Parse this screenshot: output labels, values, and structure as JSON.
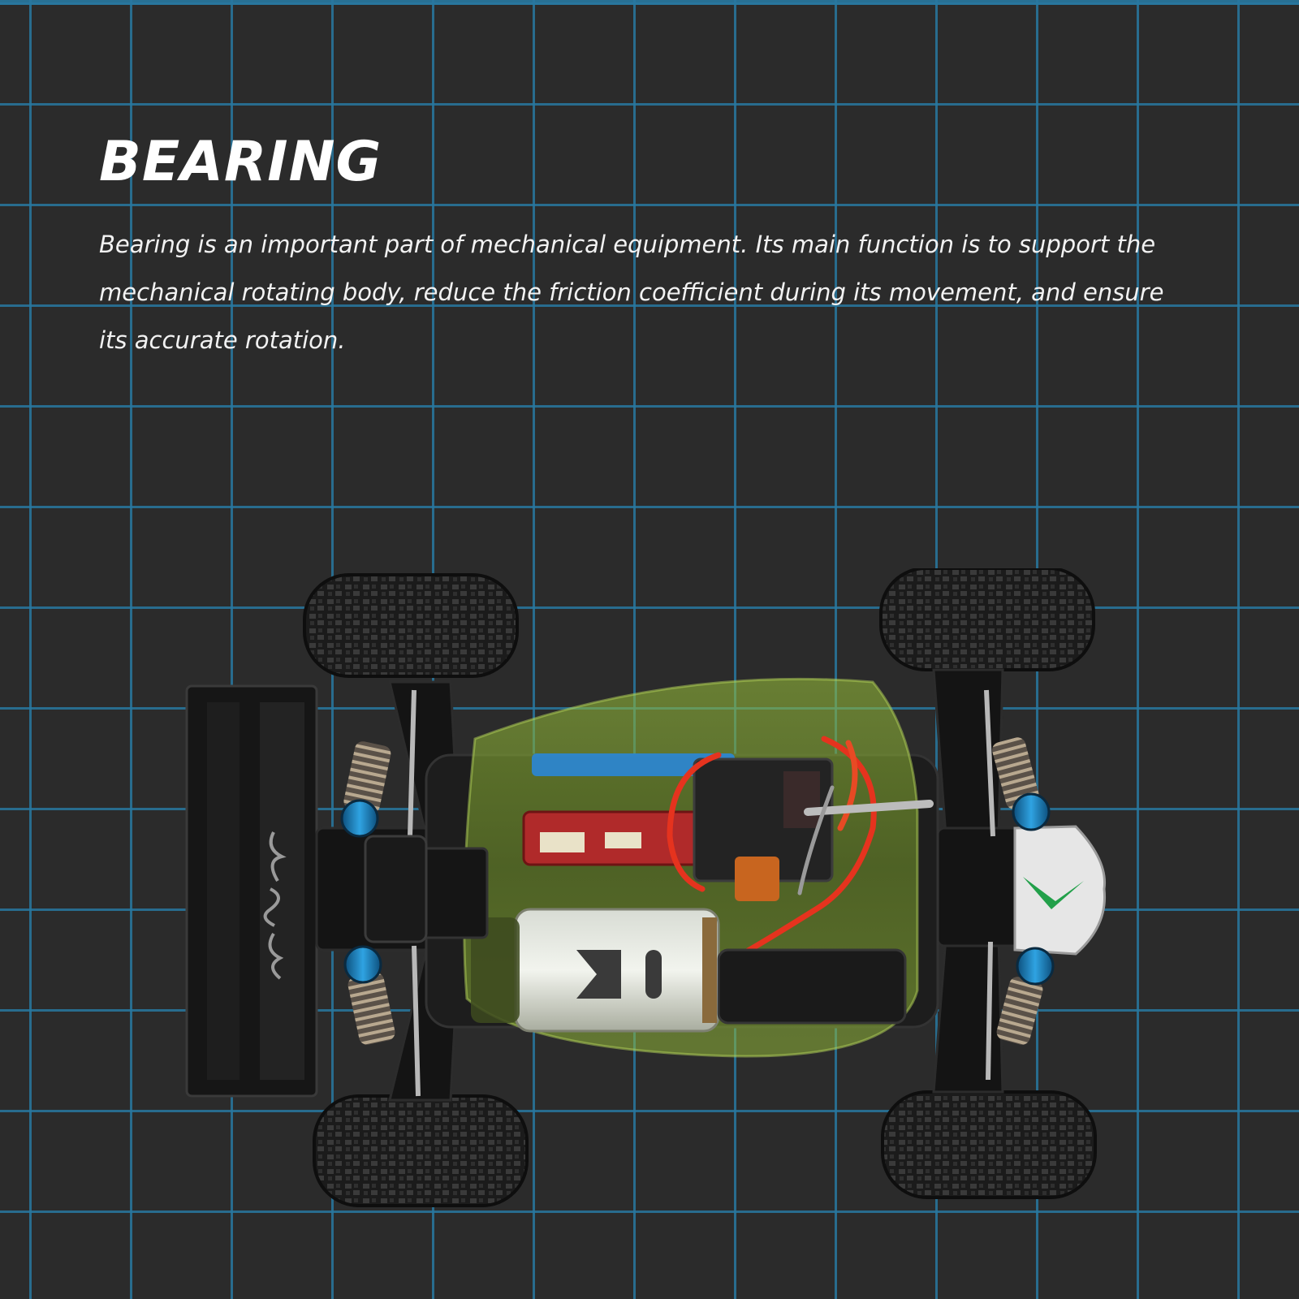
{
  "heading": "BEARING",
  "description": "Bearing is an important part of mechanical equipment. Its main function is to support the mechanical rotating body, reduce the friction coefficient during its movement, and ensure its accurate rotation.",
  "colors": {
    "background": "#2b2b2b",
    "grid": "#2878a0",
    "text": "#ffffff",
    "chassis_highlight": "#8fbf2e",
    "shock_accent": "#1e8fd0",
    "wire_red": "#e5331e",
    "battery_blue": "#2a86d6"
  },
  "illustration": {
    "subject": "rc-car-chassis-top-view",
    "icons": [
      "wheel-icon",
      "shock-absorber-icon",
      "motor-icon",
      "battery-pack-icon",
      "rear-wing-icon",
      "front-bumper-icon"
    ]
  }
}
